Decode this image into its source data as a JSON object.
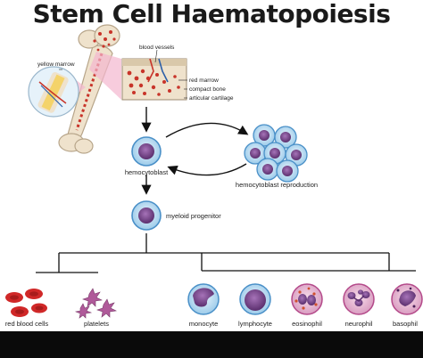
{
  "title": "Stem Cell Haematopoiesis",
  "labels": {
    "yellow_marrow": "yellow marrow",
    "blood_vessels": "blood vessels",
    "red_marrow": "red marrow",
    "compact_bone": "compact bone",
    "articular_cartilage": "articular cartilage",
    "hemocytoblast": "hemocytoblast",
    "hemocytoblast_reproduction": "hemocytoblast reproduction",
    "myeloid_progenitor": "myeloid progenitor"
  },
  "cell_types": [
    "red blood cells",
    "platelets",
    "monocyte",
    "lymphocyte",
    "eosinophil",
    "neurophil",
    "basophil"
  ],
  "colors": {
    "cell_membrane": "#4a90c8",
    "cell_fill": "#cfe6f6",
    "nucleus": "#7a4a8c",
    "red_cell": "#d02828",
    "platelet": "#b05a9a",
    "bone": "#f0e4d0",
    "marrow": "#c8342a"
  }
}
